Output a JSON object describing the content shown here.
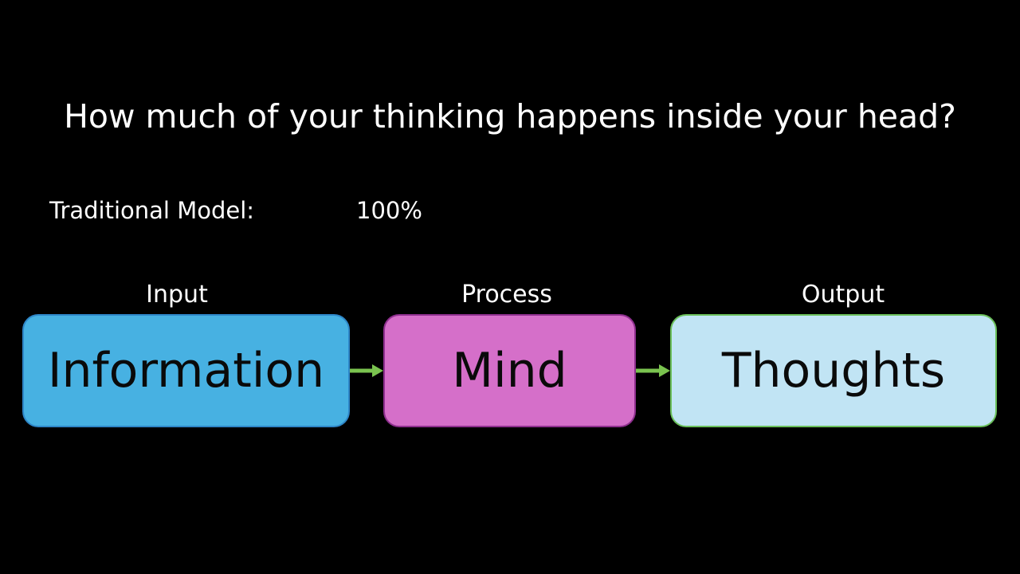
{
  "slide": {
    "title": "How much of your thinking happens inside your head?",
    "model_label": "Traditional Model:",
    "model_value": "100%"
  },
  "stages": [
    {
      "label": "Input",
      "box_text": "Information",
      "fill": "#47b1e2"
    },
    {
      "label": "Process",
      "box_text": "Mind",
      "fill": "#d56fc9"
    },
    {
      "label": "Output",
      "box_text": "Thoughts",
      "fill": "#c1e4f4"
    }
  ],
  "colors": {
    "background": "#000000",
    "arrow": "#7ac34f",
    "text": "#ffffff"
  }
}
